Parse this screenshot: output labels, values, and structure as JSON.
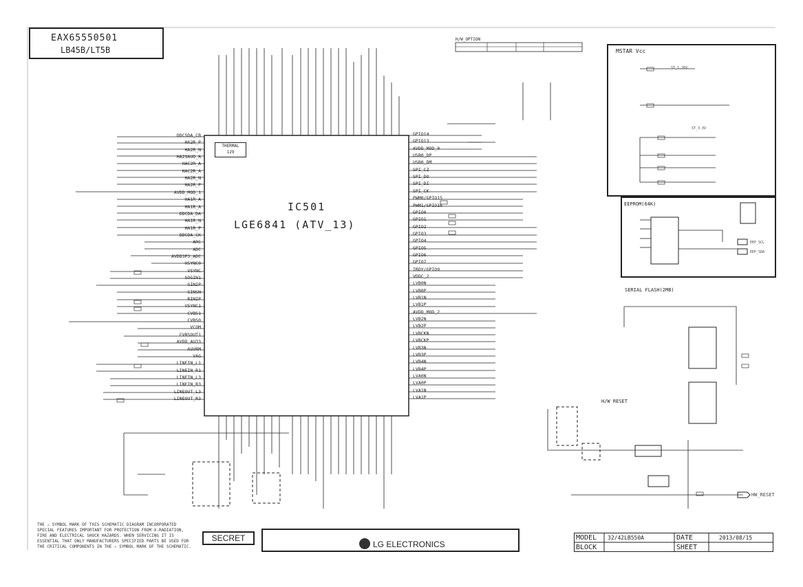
{
  "title_block": {
    "part_number": "EAX65550501",
    "model_variant": "LB45B/LT5B"
  },
  "ic": {
    "ref": "IC501",
    "part": "LGE6841 (ATV_13)",
    "thermal_label": "THERMAL\n129"
  },
  "sections": {
    "hw_option": "H/W_OPTION",
    "mstar_vcc": "MSTAR Vcc",
    "eeprom": "EEPROM(64K)",
    "serial_flash": "SERIAL FLASH(2MB)",
    "hw_reset": "H/W RESET",
    "net_hw_reset": "HW_RESET"
  },
  "vcc_labels": [
    "ST_1.26V",
    "ST_3.3V"
  ],
  "eeprom_nets": [
    "EEP_SCL",
    "EEP_SDA"
  ],
  "left_pins": [
    "DDCSDA_CB",
    "HA2R_P",
    "HA2R_N",
    "HA2SAUD_A",
    "HAC2R_A",
    "HAC2R_A",
    "HA2R_N",
    "HA2R_P",
    "AVDD_MOD_1",
    "HA1R_A",
    "HA1R_A",
    "DDCDA_DA",
    "HA1R_N",
    "HA1R_P",
    "DDCDA_CK",
    "ARC",
    "ADC",
    "AVDD3P3_ADC",
    "HSYNC0",
    "VSYNC",
    "SOGIN1",
    "GINIP",
    "GINSN",
    "RINIP",
    "VSYNC1",
    "CVBS1",
    "CVBS0",
    "VCOM",
    "CVBSOUT1",
    "AVDD_AU33",
    "AUVRM",
    "VAG",
    "LINEIN_L1",
    "LINEIN_R1",
    "LINEIN_L3",
    "LINEIN_R3",
    "LINEOUT_L3",
    "LINEOUT_R3"
  ],
  "right_pins": [
    "GPIO14",
    "GPIO13",
    "AVDD_MOD_0",
    "USB0_DP",
    "USB0_DM",
    "SPI_CZ",
    "SPI_DO",
    "SPI_DI",
    "SPI_CK",
    "PWM0/GPIO15",
    "PWM1/GPIO16",
    "GPIO0",
    "GPIO1",
    "GPIO2",
    "GPIO3",
    "GPIO4",
    "GPIO5",
    "GPIO6",
    "GPIO7",
    "IRDY/GPIO9",
    "VDDC_2",
    "LVB0N",
    "LVB0P",
    "LVB1N",
    "LVB1P",
    "AVDD_MOD_2",
    "LVB2N",
    "LVB2P",
    "LVBCKN",
    "LVBCKP",
    "LVB3N",
    "LVB3P",
    "LVB4N",
    "LVB4P",
    "LVA0N",
    "LVA0P",
    "LVA1N",
    "LVA1P"
  ],
  "warning_text": "THE ⚠ SYMBOL MARK OF THIS SCHEMATIC DIAGRAM INCORPORATED SPECIAL FEATURES IMPORTANT FOR PROTECTION FROM X-RADIATION, FIRE AND ELECTRICAL SHOCK HAZARDS. WHEN SERVICING IT IS ESSENTIAL THAT ONLY MANUFACTURERS SPECIFIED PARTS BE USED FOR THE CRITICAL COMPONENTS IN THE ⚠ SYMBOL MARK OF THE SCHEMATIC.",
  "secret": "SECRET",
  "brand": "LG ELECTRONICS",
  "info": {
    "model_label": "MODEL",
    "model": "32/42LB550A",
    "date_label": "DATE",
    "date": "2013/08/15",
    "block_label": "BLOCK",
    "sheet_label": "SHEET"
  }
}
